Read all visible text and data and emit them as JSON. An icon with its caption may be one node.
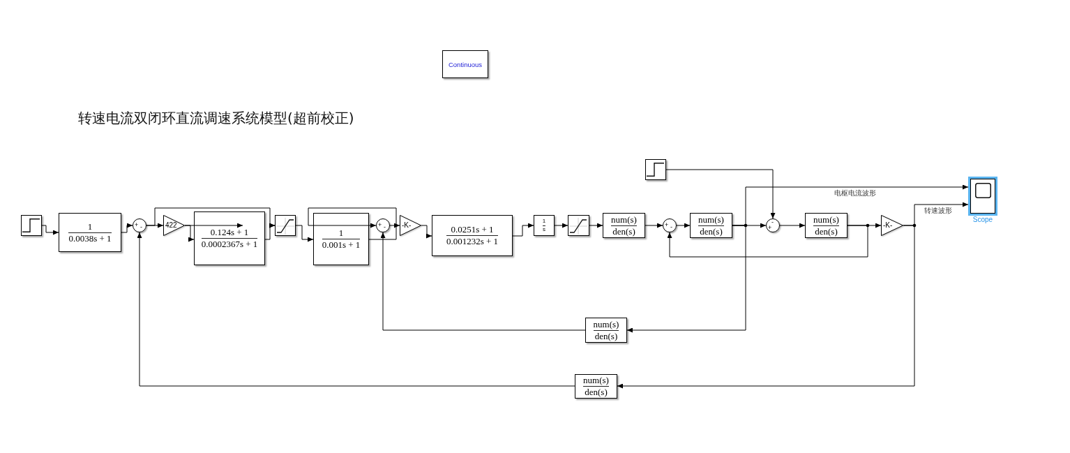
{
  "diagram": {
    "title": "转速电流双闭环直流调速系统模型(超前校正)",
    "nodes": [
      {
        "text": [
          "Continuous"
        ]
      },
      {
        "text": [],
        "shape": "step"
      },
      {
        "text": [
          "1",
          "0.0038s + 1"
        ]
      },
      {
        "text": [
          "+",
          "-"
        ]
      },
      {
        "text": [
          "422"
        ]
      },
      {
        "text": [
          "0.124s + 1",
          "0.0002367s + 1"
        ]
      },
      {
        "text": [],
        "shape": "saturation"
      },
      {
        "text": [
          "1",
          "0.001s + 1"
        ]
      },
      {
        "text": [
          "+",
          "-"
        ]
      },
      {
        "text": [
          "-K-"
        ]
      },
      {
        "text": [
          "0.0251s + 1",
          "0.001232s + 1"
        ]
      },
      {
        "text": [
          "1",
          "s"
        ]
      },
      {
        "text": [],
        "shape": "saturation"
      },
      {
        "text": [
          "num(s)",
          "den(s)"
        ]
      },
      {
        "text": [
          "+",
          "-"
        ]
      },
      {
        "text": [
          "num(s)",
          "den(s)"
        ]
      },
      {
        "text": [],
        "shape": "step"
      },
      {
        "text": [
          "-",
          "+"
        ]
      },
      {
        "text": [
          "num(s)",
          "den(s)"
        ]
      },
      {
        "text": [
          "-K-"
        ]
      },
      {
        "text": [
          "Scope"
        ]
      },
      {
        "text": [
          "num(s)",
          "den(s)"
        ]
      },
      {
        "text": [
          "num(s)",
          "den(s)"
        ]
      }
    ],
    "edges": [
      {
        "from": 1,
        "to": 2,
        "arrow": "to"
      },
      {
        "from": 2,
        "to": 3,
        "arrow": "to"
      },
      {
        "from": 3,
        "to": 4,
        "arrow": "to"
      },
      {
        "from": 4,
        "to": 5,
        "arrow": "to"
      },
      {
        "from": 4,
        "to": 5,
        "arrow": "to"
      },
      {
        "from": 5,
        "to": 6,
        "arrow": "to"
      },
      {
        "from": 3,
        "to": 6,
        "arrow": "to"
      },
      {
        "from": 6,
        "to": 7,
        "arrow": "to"
      },
      {
        "from": 7,
        "to": 8,
        "arrow": "to"
      },
      {
        "from": 8,
        "to": 9,
        "arrow": "to"
      },
      {
        "from": 9,
        "to": 10,
        "arrow": "to"
      },
      {
        "from": 10,
        "to": 11,
        "arrow": "to"
      },
      {
        "from": 11,
        "to": 12,
        "arrow": "to"
      },
      {
        "from": 12,
        "to": 13,
        "arrow": "to"
      },
      {
        "from": 13,
        "to": 14,
        "arrow": "to"
      },
      {
        "from": 14,
        "to": 15,
        "arrow": "to"
      },
      {
        "from": 15,
        "to": 17,
        "arrow": "to"
      },
      {
        "from": 15,
        "to": 20,
        "arrow": "to",
        "label": "电枢电流波形"
      },
      {
        "from": 15,
        "to": 21,
        "arrow": "to"
      },
      {
        "from": 21,
        "to": 8,
        "arrow": "to"
      },
      {
        "from": 16,
        "to": 17,
        "arrow": "to"
      },
      {
        "from": 17,
        "to": 18,
        "arrow": "to"
      },
      {
        "from": 18,
        "to": 19,
        "arrow": "to"
      },
      {
        "from": 18,
        "to": 14,
        "arrow": "to"
      },
      {
        "from": 19,
        "to": 20,
        "arrow": "to",
        "label": "转速波形"
      },
      {
        "from": 19,
        "to": 22,
        "arrow": "to"
      },
      {
        "from": 22,
        "to": 3,
        "arrow": "to"
      }
    ]
  }
}
